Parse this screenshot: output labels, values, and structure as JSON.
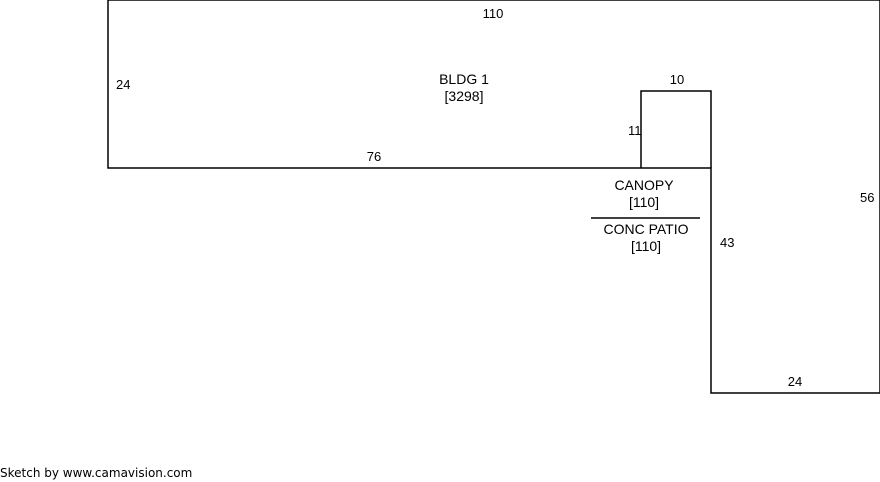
{
  "dimensions": {
    "top": "110",
    "left": "24",
    "inner_bottom": "76",
    "canopy_top": "10",
    "canopy_side": "11",
    "right": "56",
    "inner_right": "43",
    "bottom": "24"
  },
  "areas": {
    "main": {
      "name": "BLDG 1",
      "value": "[3298]"
    },
    "canopy": {
      "name": "CANOPY",
      "value": "[110]"
    },
    "patio": {
      "name": "CONC PATIO",
      "value": "[110]"
    }
  },
  "footer": {
    "credit": "Sketch by www.camavision.com"
  },
  "colors": {
    "line": "#000000",
    "background": "#ffffff"
  }
}
